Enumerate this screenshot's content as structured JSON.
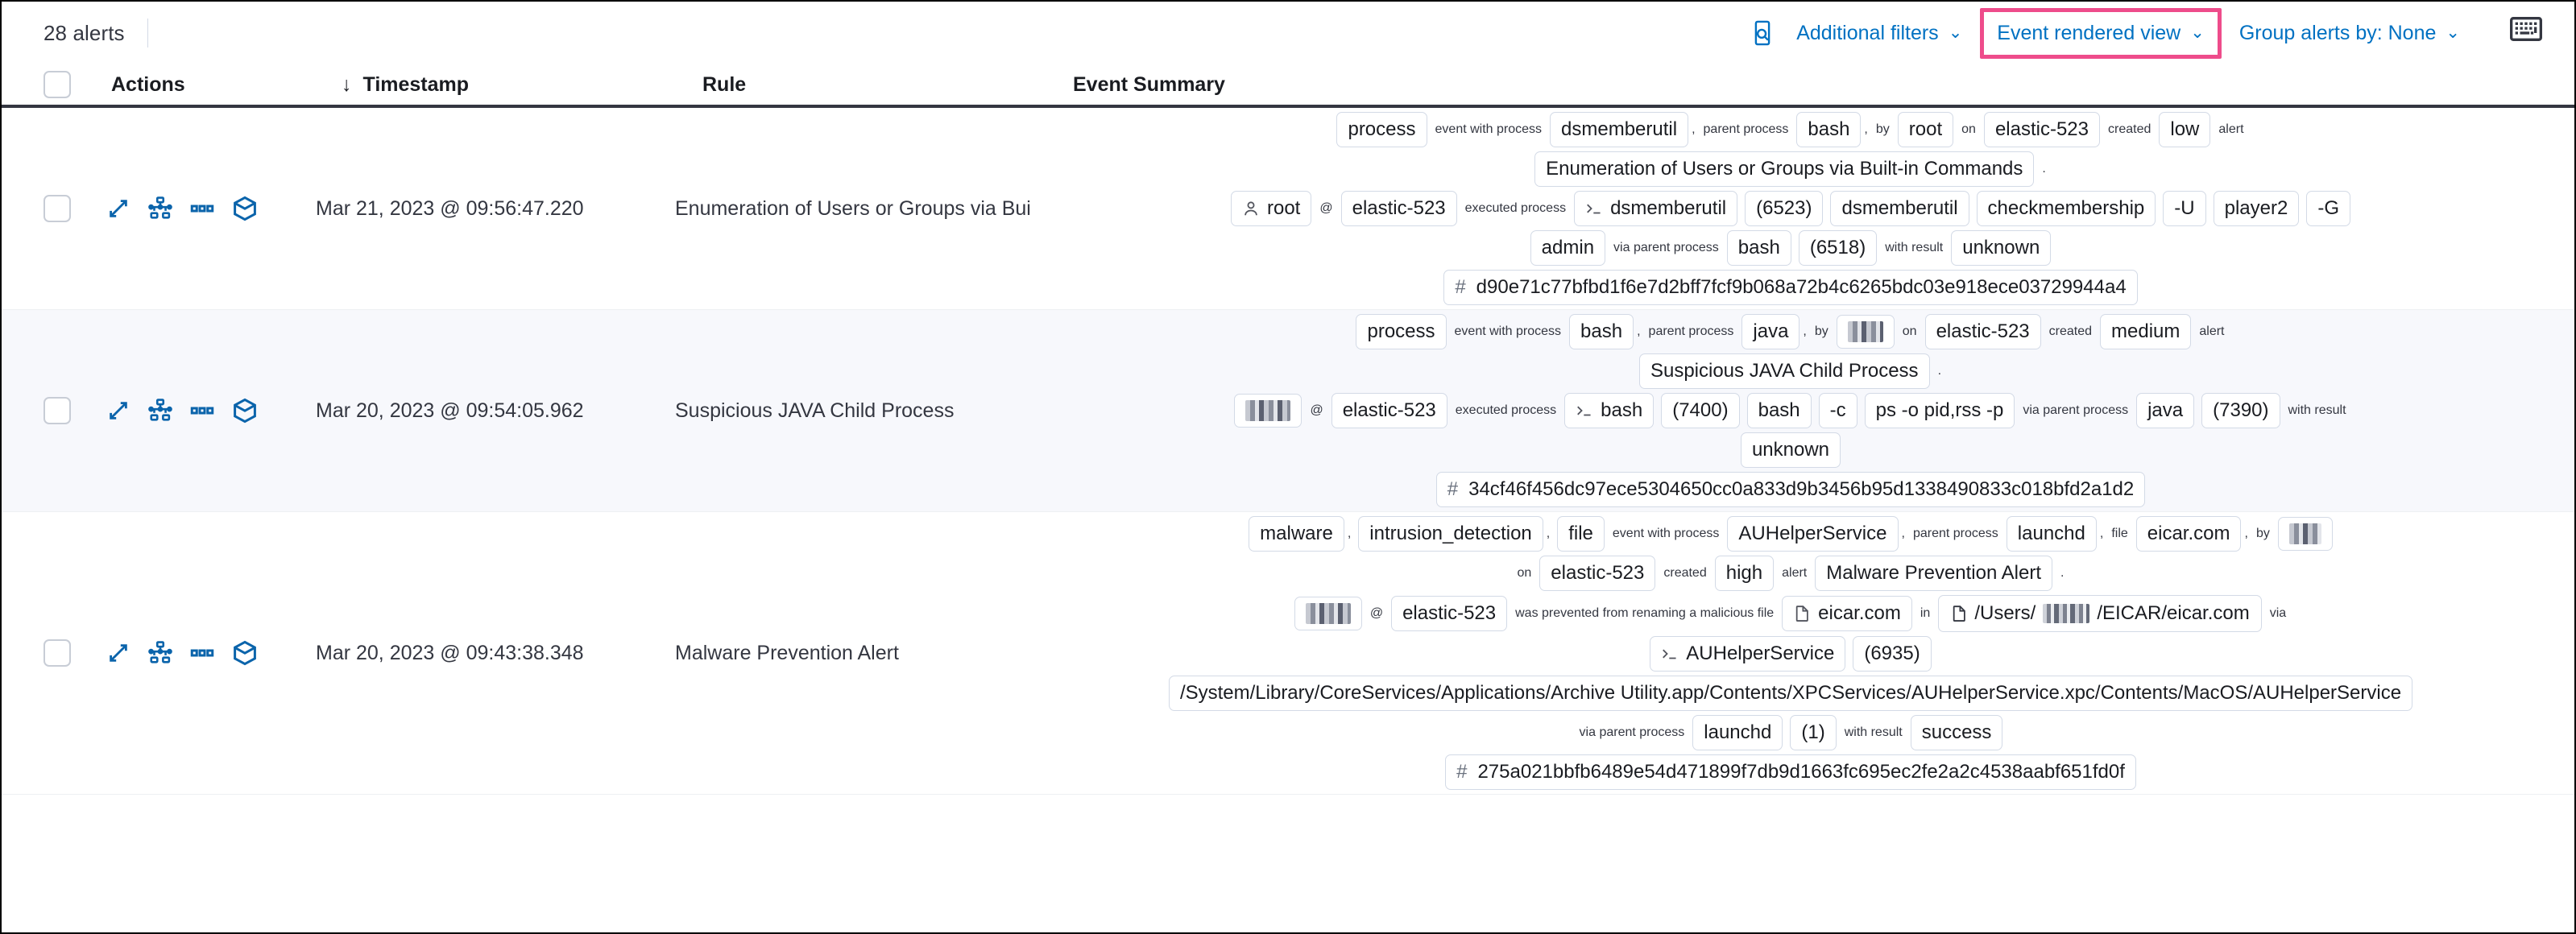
{
  "toolbar": {
    "alert_count": "28 alerts",
    "inspect_icon": "inspect-icon",
    "additional_filters": "Additional filters",
    "event_rendered_view": "Event rendered view",
    "group_alerts_by": "Group alerts by: None",
    "chevron": "⌄",
    "keyboard_icon": "keyboard-icon",
    "highlight_color": "#ee4c8b",
    "link_color": "#0071c2"
  },
  "columns": {
    "actions": "Actions",
    "timestamp": "Timestamp",
    "rule": "Rule",
    "event_summary": "Event Summary",
    "sort_arrow": "↓"
  },
  "row_icons": {
    "expand": "expand-icon",
    "analyze_event": "analyze-event-icon",
    "more_actions": "more-actions-icon",
    "session_view": "session-view-icon"
  },
  "rows": [
    {
      "timestamp": "Mar 21, 2023 @ 09:56:47.220",
      "rule": "Enumeration of Users or Groups via Bui",
      "summary_lines": [
        [
          {
            "t": "badge",
            "v": "process"
          },
          {
            "t": "txt",
            "v": "event with process"
          },
          {
            "t": "badge",
            "v": "dsmemberutil"
          },
          {
            "t": "punc",
            "v": ", "
          },
          {
            "t": "txt",
            "v": "parent process"
          },
          {
            "t": "badge",
            "v": "bash"
          },
          {
            "t": "punc",
            "v": ", "
          },
          {
            "t": "txt",
            "v": "by"
          },
          {
            "t": "badge",
            "v": "root"
          },
          {
            "t": "txt",
            "v": "on"
          },
          {
            "t": "badge",
            "v": "elastic-523"
          },
          {
            "t": "txt",
            "v": "created"
          },
          {
            "t": "badge",
            "v": "low"
          },
          {
            "t": "txt",
            "v": "alert"
          }
        ],
        [
          {
            "t": "badge",
            "v": "Enumeration of Users or Groups via Built-in Commands"
          },
          {
            "t": "txt",
            "v": "."
          }
        ],
        [
          {
            "t": "badge",
            "v": "root",
            "icon": "user-icon"
          },
          {
            "t": "txt",
            "v": "@"
          },
          {
            "t": "badge",
            "v": "elastic-523"
          },
          {
            "t": "txt",
            "v": "executed process"
          },
          {
            "t": "badge",
            "v": "dsmemberutil",
            "icon": "console-icon"
          },
          {
            "t": "badge",
            "v": "(6523)"
          },
          {
            "t": "badge",
            "v": "dsmemberutil"
          },
          {
            "t": "badge",
            "v": "checkmembership"
          },
          {
            "t": "badge",
            "v": "-U"
          },
          {
            "t": "badge",
            "v": "player2"
          },
          {
            "t": "badge",
            "v": "-G"
          }
        ],
        [
          {
            "t": "badge",
            "v": "admin"
          },
          {
            "t": "txt",
            "v": "via parent process"
          },
          {
            "t": "badge",
            "v": "bash"
          },
          {
            "t": "badge",
            "v": "(6518)"
          },
          {
            "t": "txt",
            "v": "with result"
          },
          {
            "t": "badge",
            "v": "unknown"
          }
        ],
        [
          {
            "t": "hash",
            "v": "d90e71c77bfbd1f6e7d2bff7fcf9b068a72b4c6265bdc03e918ece03729944a4"
          }
        ]
      ]
    },
    {
      "timestamp": "Mar 20, 2023 @ 09:54:05.962",
      "rule": "Suspicious JAVA Child Process",
      "summary_lines": [
        [
          {
            "t": "badge",
            "v": "process"
          },
          {
            "t": "txt",
            "v": "event with process"
          },
          {
            "t": "badge",
            "v": "bash"
          },
          {
            "t": "punc",
            "v": ", "
          },
          {
            "t": "txt",
            "v": "parent process"
          },
          {
            "t": "badge",
            "v": "java"
          },
          {
            "t": "punc",
            "v": ", "
          },
          {
            "t": "txt",
            "v": "by"
          },
          {
            "t": "redact",
            "v": "",
            "w": "w1"
          },
          {
            "t": "txt",
            "v": "on"
          },
          {
            "t": "badge",
            "v": "elastic-523"
          },
          {
            "t": "txt",
            "v": "created"
          },
          {
            "t": "badge",
            "v": "medium"
          },
          {
            "t": "txt",
            "v": "alert"
          }
        ],
        [
          {
            "t": "badge",
            "v": "Suspicious JAVA Child Process"
          },
          {
            "t": "txt",
            "v": "."
          }
        ],
        [
          {
            "t": "redact",
            "v": "",
            "w": "w2"
          },
          {
            "t": "txt",
            "v": "@"
          },
          {
            "t": "badge",
            "v": "elastic-523"
          },
          {
            "t": "txt",
            "v": "executed process"
          },
          {
            "t": "badge",
            "v": "bash",
            "icon": "console-icon"
          },
          {
            "t": "badge",
            "v": "(7400)"
          },
          {
            "t": "badge",
            "v": "bash"
          },
          {
            "t": "badge",
            "v": "-c"
          },
          {
            "t": "badge",
            "v": "ps -o pid,rss -p"
          },
          {
            "t": "txt",
            "v": "via parent process"
          },
          {
            "t": "badge",
            "v": "java"
          },
          {
            "t": "badge",
            "v": "(7390)"
          },
          {
            "t": "txt",
            "v": "with result"
          }
        ],
        [
          {
            "t": "badge",
            "v": "unknown"
          }
        ],
        [
          {
            "t": "hash",
            "v": "34cf46f456dc97ece5304650cc0a833d9b3456b95d1338490833c018bfd2a1d2"
          }
        ]
      ]
    },
    {
      "timestamp": "Mar 20, 2023 @ 09:43:38.348",
      "rule": "Malware Prevention Alert",
      "summary_lines": [
        [
          {
            "t": "badge",
            "v": "malware"
          },
          {
            "t": "punc",
            "v": ", "
          },
          {
            "t": "badge",
            "v": "intrusion_detection"
          },
          {
            "t": "punc",
            "v": ", "
          },
          {
            "t": "badge",
            "v": "file"
          },
          {
            "t": "txt",
            "v": "event with process"
          },
          {
            "t": "badge",
            "v": "AUHelperService"
          },
          {
            "t": "punc",
            "v": ", "
          },
          {
            "t": "txt",
            "v": "parent process"
          },
          {
            "t": "badge",
            "v": "launchd"
          },
          {
            "t": "punc",
            "v": ", "
          },
          {
            "t": "txt",
            "v": "file"
          },
          {
            "t": "badge",
            "v": "eicar.com"
          },
          {
            "t": "punc",
            "v": ", "
          },
          {
            "t": "txt",
            "v": "by"
          },
          {
            "t": "redact",
            "v": "",
            "w": "w3"
          }
        ],
        [
          {
            "t": "txt",
            "v": "on"
          },
          {
            "t": "badge",
            "v": "elastic-523"
          },
          {
            "t": "txt",
            "v": "created"
          },
          {
            "t": "badge",
            "v": "high"
          },
          {
            "t": "txt",
            "v": "alert"
          },
          {
            "t": "badge",
            "v": "Malware Prevention Alert"
          },
          {
            "t": "txt",
            "v": "."
          }
        ],
        [
          {
            "t": "redact",
            "v": "",
            "w": "w2"
          },
          {
            "t": "txt",
            "v": "@"
          },
          {
            "t": "badge",
            "v": "elastic-523"
          },
          {
            "t": "txt",
            "v": "was prevented from renaming a malicious file"
          },
          {
            "t": "badge",
            "v": "eicar.com",
            "icon": "file-icon"
          },
          {
            "t": "txt",
            "v": "in"
          },
          {
            "t": "pathredact",
            "pre": "/Users/",
            "post": "/EICAR/eicar.com",
            "icon": "file-icon"
          },
          {
            "t": "txt",
            "v": "via"
          }
        ],
        [
          {
            "t": "badge",
            "v": "AUHelperService",
            "icon": "console-icon"
          },
          {
            "t": "badge",
            "v": "(6935)"
          }
        ],
        [
          {
            "t": "badge",
            "v": "/System/Library/CoreServices/Applications/Archive Utility.app/Contents/XPCServices/AUHelperService.xpc/Contents/MacOS/AUHelperService"
          }
        ],
        [
          {
            "t": "txt",
            "v": "via parent process"
          },
          {
            "t": "badge",
            "v": "launchd"
          },
          {
            "t": "badge",
            "v": "(1)"
          },
          {
            "t": "txt",
            "v": "with result"
          },
          {
            "t": "badge",
            "v": "success"
          }
        ],
        [
          {
            "t": "hash",
            "v": "275a021bbfb6489e54d471899f7db9d1663fc695ec2fe2a2c4538aabf651fd0f"
          }
        ]
      ]
    }
  ]
}
